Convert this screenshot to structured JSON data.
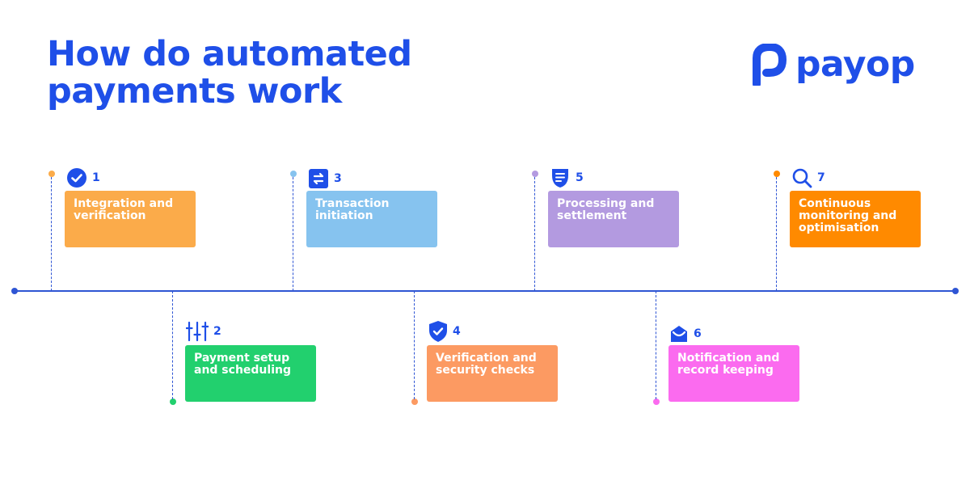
{
  "title": {
    "line1": "How do automated",
    "line2": "payments work"
  },
  "logo": {
    "wordmark": "payop",
    "icon": "payop-arrow-logo-icon",
    "color": "#1f4fe8"
  },
  "colors": {
    "primary": "#1f4fe8",
    "axis": "#2f55d4"
  },
  "steps": [
    {
      "number": "1",
      "label": "Integration and verification",
      "icon": "check-circle-icon",
      "color": "#fbab4a"
    },
    {
      "number": "2",
      "label": "Payment setup and scheduling",
      "icon": "sliders-icon",
      "color": "#22d06e"
    },
    {
      "number": "3",
      "label": "Transaction initiation",
      "icon": "transfer-arrows-icon",
      "color": "#86c3ef"
    },
    {
      "number": "4",
      "label": "Verification and security checks",
      "icon": "shield-check-icon",
      "color": "#fc9a62"
    },
    {
      "number": "5",
      "label": "Processing and settlement",
      "icon": "receipt-icon",
      "color": "#b39ae0"
    },
    {
      "number": "6",
      "label": "Notification and record keeping",
      "icon": "envelope-icon",
      "color": "#fb6bef"
    },
    {
      "number": "7",
      "label": "Continuous monitoring and optimisation",
      "icon": "search-icon",
      "color": "#ff8a00"
    }
  ]
}
